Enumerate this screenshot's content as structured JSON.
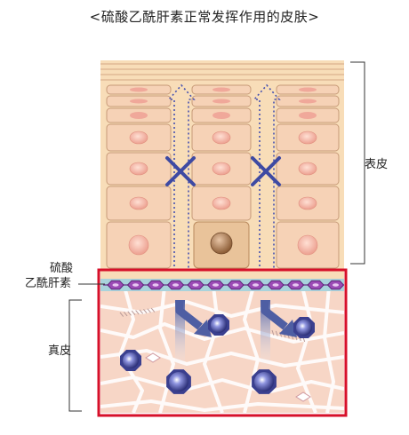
{
  "title": "<硫酸乙酰肝素正常发挥作用的皮肤>",
  "labels": {
    "epidermis": "表皮",
    "hs_line1": "硫酸",
    "hs_line2": "乙酰肝素",
    "dermis": "真皮"
  },
  "colors": {
    "epidermis_bg": "#f8ddb8",
    "cell_fill": "#f6d2b6",
    "cell_stroke": "#c79b78",
    "nucleus": "#f0a89a",
    "dermis_bg": "#f7d6c6",
    "fiber": "#ffffff",
    "frame": "#d7102a",
    "heparan_fill": "#9b4bb5",
    "x_mark": "#3e4aa3",
    "arrow": "#4e5ea3",
    "growth_factor": "#3a3f8f"
  },
  "icons": [
    "cross-icon",
    "cross-icon",
    "dotted-up-arrow",
    "dotted-up-arrow",
    "down-right-arrow",
    "down-right-arrow"
  ]
}
